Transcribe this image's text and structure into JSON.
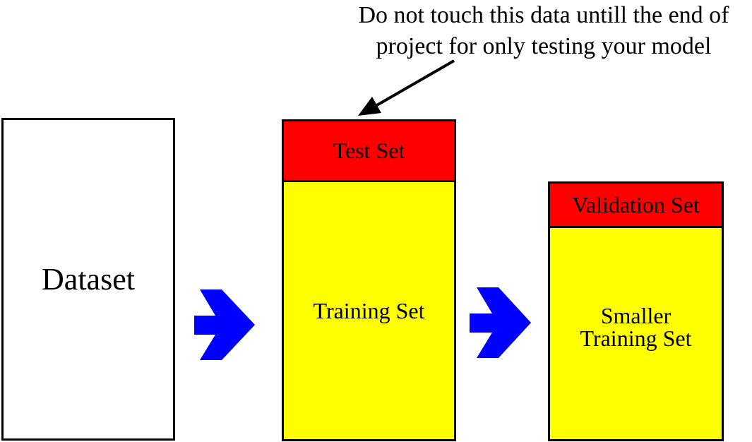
{
  "annotation": {
    "line1": "Do not touch this data untill the end of",
    "line2": "project for only testing your model"
  },
  "dataset": {
    "label": "Dataset"
  },
  "first_split": {
    "test_label": "Test Set",
    "training_label": "Training Set"
  },
  "second_split": {
    "validation_label": "Validation Set",
    "training_line1": "Smaller",
    "training_line2": "Training Set"
  },
  "colors": {
    "held_out": "#ff0000",
    "training": "#ffff00",
    "arrow": "#0000ff"
  },
  "icons": [
    "chevron-arrow-right-icon",
    "annotation-arrow-icon"
  ]
}
